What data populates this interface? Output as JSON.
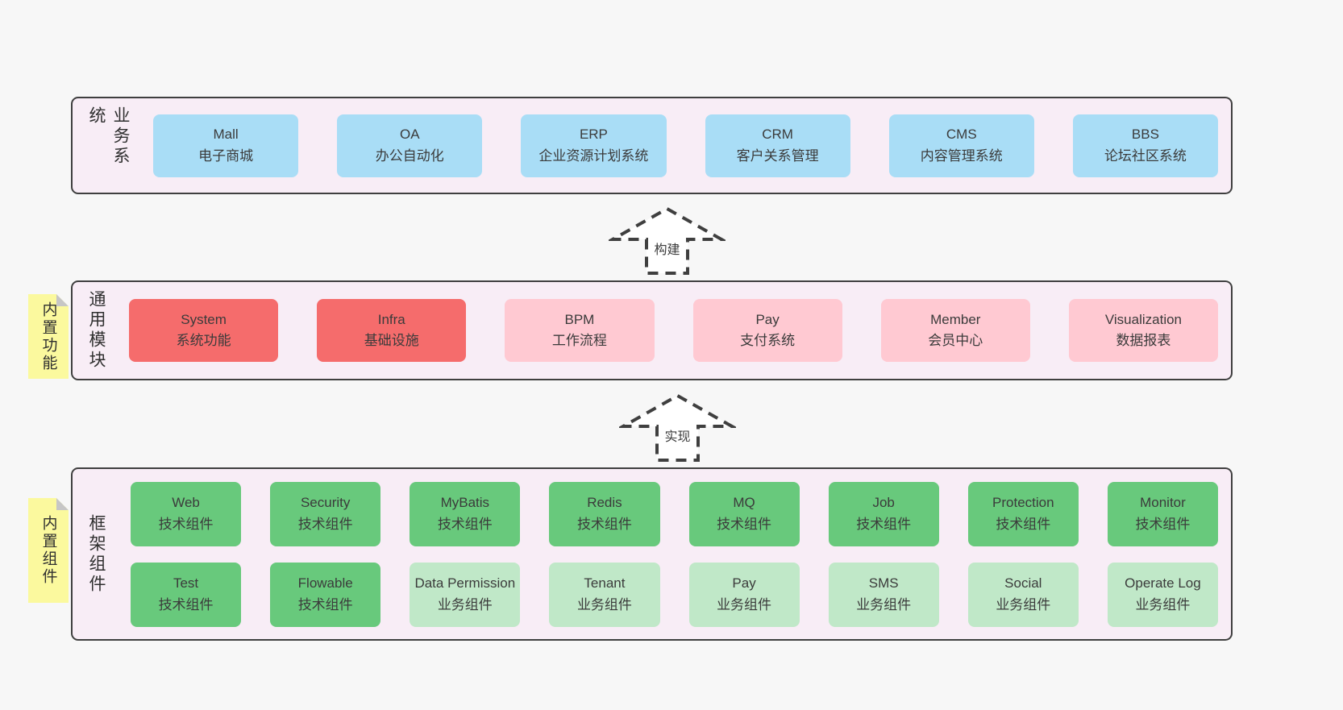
{
  "colors": {
    "page_bg": "#f7f7f7",
    "container_bg": "#f8edf6",
    "container_border": "#3f3f3f",
    "blue": "#a9ddf6",
    "red": "#f56c6c",
    "pink": "#ffc9d2",
    "green": "#68c97c",
    "light_green": "#c0e8c8",
    "sticky_yellow": "#fbf99e"
  },
  "sections": {
    "business": {
      "label": "业务系统",
      "boxes": [
        {
          "name": "Mall",
          "desc": "电子商城"
        },
        {
          "name": "OA",
          "desc": "办公自动化"
        },
        {
          "name": "ERP",
          "desc": "企业资源计划系统"
        },
        {
          "name": "CRM",
          "desc": "客户关系管理"
        },
        {
          "name": "CMS",
          "desc": "内容管理系统"
        },
        {
          "name": "BBS",
          "desc": "论坛社区系统"
        }
      ]
    },
    "arrow_build": {
      "label": "构建"
    },
    "modules": {
      "label": "通用模块",
      "note": "内置功能",
      "boxes": [
        {
          "name": "System",
          "desc": "系统功能"
        },
        {
          "name": "Infra",
          "desc": "基础设施"
        },
        {
          "name": "BPM",
          "desc": "工作流程"
        },
        {
          "name": "Pay",
          "desc": "支付系统"
        },
        {
          "name": "Member",
          "desc": "会员中心"
        },
        {
          "name": "Visualization",
          "desc": "数据报表"
        }
      ]
    },
    "arrow_implement": {
      "label": "实现"
    },
    "framework": {
      "label": "框架组件",
      "note": "内置组件",
      "row1": [
        {
          "name": "Web",
          "desc": "技术组件"
        },
        {
          "name": "Security",
          "desc": "技术组件"
        },
        {
          "name": "MyBatis",
          "desc": "技术组件"
        },
        {
          "name": "Redis",
          "desc": "技术组件"
        },
        {
          "name": "MQ",
          "desc": "技术组件"
        },
        {
          "name": "Job",
          "desc": "技术组件"
        },
        {
          "name": "Protection",
          "desc": "技术组件"
        },
        {
          "name": "Monitor",
          "desc": "技术组件"
        }
      ],
      "row2": [
        {
          "name": "Test",
          "desc": "技术组件"
        },
        {
          "name": "Flowable",
          "desc": "技术组件"
        },
        {
          "name": "Data Permission",
          "desc": "业务组件"
        },
        {
          "name": "Tenant",
          "desc": "业务组件"
        },
        {
          "name": "Pay",
          "desc": "业务组件"
        },
        {
          "name": "SMS",
          "desc": "业务组件"
        },
        {
          "name": "Social",
          "desc": "业务组件"
        },
        {
          "name": "Operate Log",
          "desc": "业务组件"
        }
      ]
    }
  }
}
